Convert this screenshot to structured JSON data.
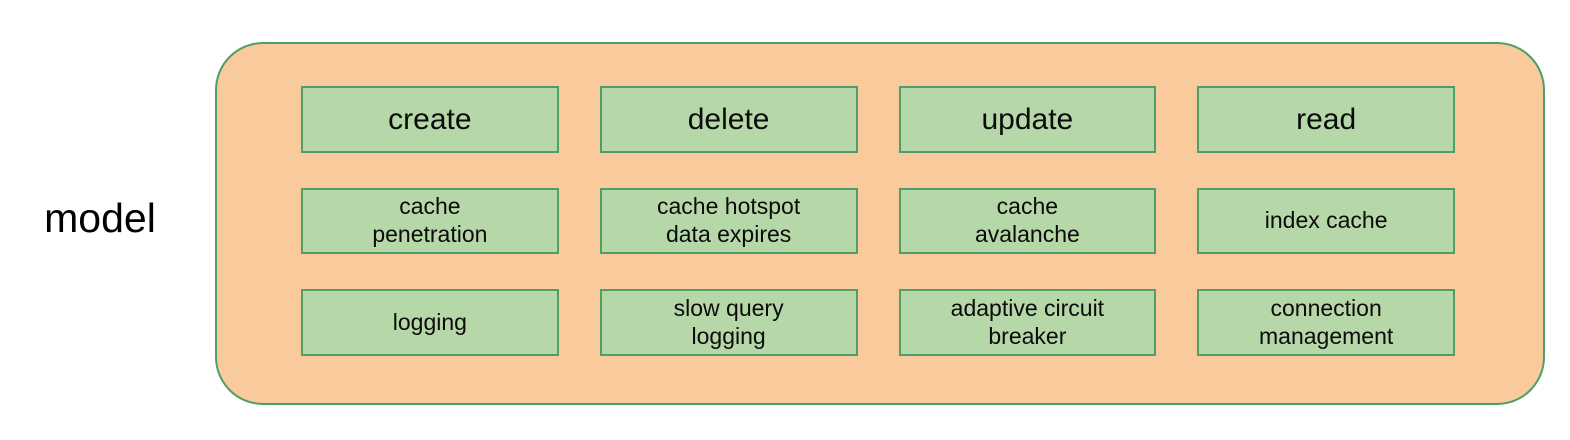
{
  "diagram": {
    "row_label": "model",
    "colors": {
      "container_fill": "#f9cb9c",
      "container_border": "#4f9d69",
      "box_fill": "#b6d7a8",
      "box_border": "#4f9d69",
      "text": "#000000",
      "background": "#ffffff"
    },
    "grid": {
      "headers": [
        "create",
        "delete",
        "update",
        "read"
      ],
      "rows": [
        [
          "cache\npenetration",
          "cache hotspot\ndata expires",
          "cache\navalanche",
          "index cache"
        ],
        [
          "logging",
          "slow query\nlogging",
          "adaptive circuit\nbreaker",
          "connection\nmanagement"
        ]
      ]
    }
  }
}
